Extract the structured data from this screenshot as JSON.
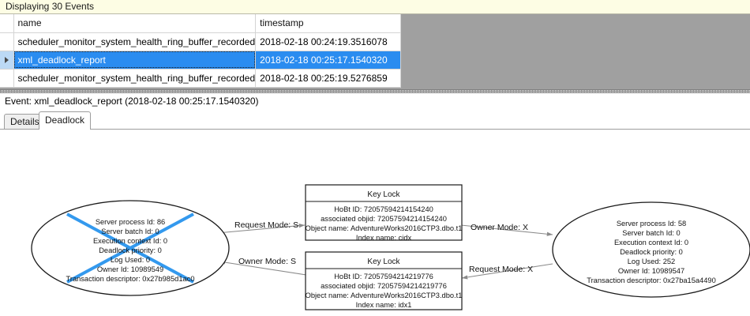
{
  "window": {
    "status_bar": "Displaying 30 Events"
  },
  "grid": {
    "columns": [
      "name",
      "timestamp"
    ],
    "rows": [
      {
        "selector": "",
        "name": "scheduler_monitor_system_health_ring_buffer_recorded",
        "timestamp": "2018-02-18 00:24:19.3516078",
        "selected": false
      },
      {
        "selector": "▶",
        "name": "xml_deadlock_report",
        "timestamp": "2018-02-18 00:25:17.1540320",
        "selected": true
      },
      {
        "selector": "",
        "name": "scheduler_monitor_system_health_ring_buffer_recorded",
        "timestamp": "2018-02-18 00:25:19.5276859",
        "selected": false
      }
    ]
  },
  "event_detail": {
    "title": "Event: xml_deadlock_report (2018-02-18 00:25:17.1540320)",
    "tabs": [
      {
        "label": "Details",
        "active": false
      },
      {
        "label": "Deadlock",
        "active": true
      }
    ]
  },
  "deadlock_graph": {
    "victim_marker_color": "#3399ee",
    "node_stroke": "#1a1a1a",
    "edge_stroke": "#8a8a8a",
    "processes": [
      {
        "id": "process-victim",
        "is_victim": true,
        "lines": [
          "Server process Id: 86",
          "Server batch Id: 0",
          "Execution context Id: 0",
          "Deadlock priority: 0",
          "Log Used: 0",
          "Owner Id: 10989549",
          "Transaction descriptor: 0x27b985d1ac0"
        ]
      },
      {
        "id": "process-survivor",
        "is_victim": false,
        "lines": [
          "Server process Id: 58",
          "Server batch Id: 0",
          "Execution context Id: 0",
          "Deadlock priority: 0",
          "Log Used: 252",
          "Owner Id: 10989547",
          "Transaction descriptor: 0x27ba15a4490"
        ]
      }
    ],
    "resources": [
      {
        "id": "key-lock-top",
        "title": "Key Lock",
        "lines": [
          "HoBt ID: 72057594214154240",
          "associated objid: 72057594214154240",
          "Object name: AdventureWorks2016CTP3.dbo.t1",
          "Index name: cidx"
        ]
      },
      {
        "id": "key-lock-bottom",
        "title": "Key Lock",
        "lines": [
          "HoBt ID: 72057594214219776",
          "associated objid: 72057594214219776",
          "Object name: AdventureWorks2016CTP3.dbo.t1",
          "Index name: idx1"
        ]
      }
    ],
    "edges": [
      {
        "id": "edge-request-s",
        "label": "Request Mode: S",
        "from": "process-victim",
        "to": "key-lock-top"
      },
      {
        "id": "edge-owner-x",
        "label": "Owner Mode: X",
        "from": "key-lock-top",
        "to": "process-survivor"
      },
      {
        "id": "edge-owner-s",
        "label": "Owner Mode: S",
        "from": "key-lock-bottom",
        "to": "process-victim"
      },
      {
        "id": "edge-request-x",
        "label": "Request Mode: X",
        "from": "process-survivor",
        "to": "key-lock-bottom"
      }
    ]
  }
}
